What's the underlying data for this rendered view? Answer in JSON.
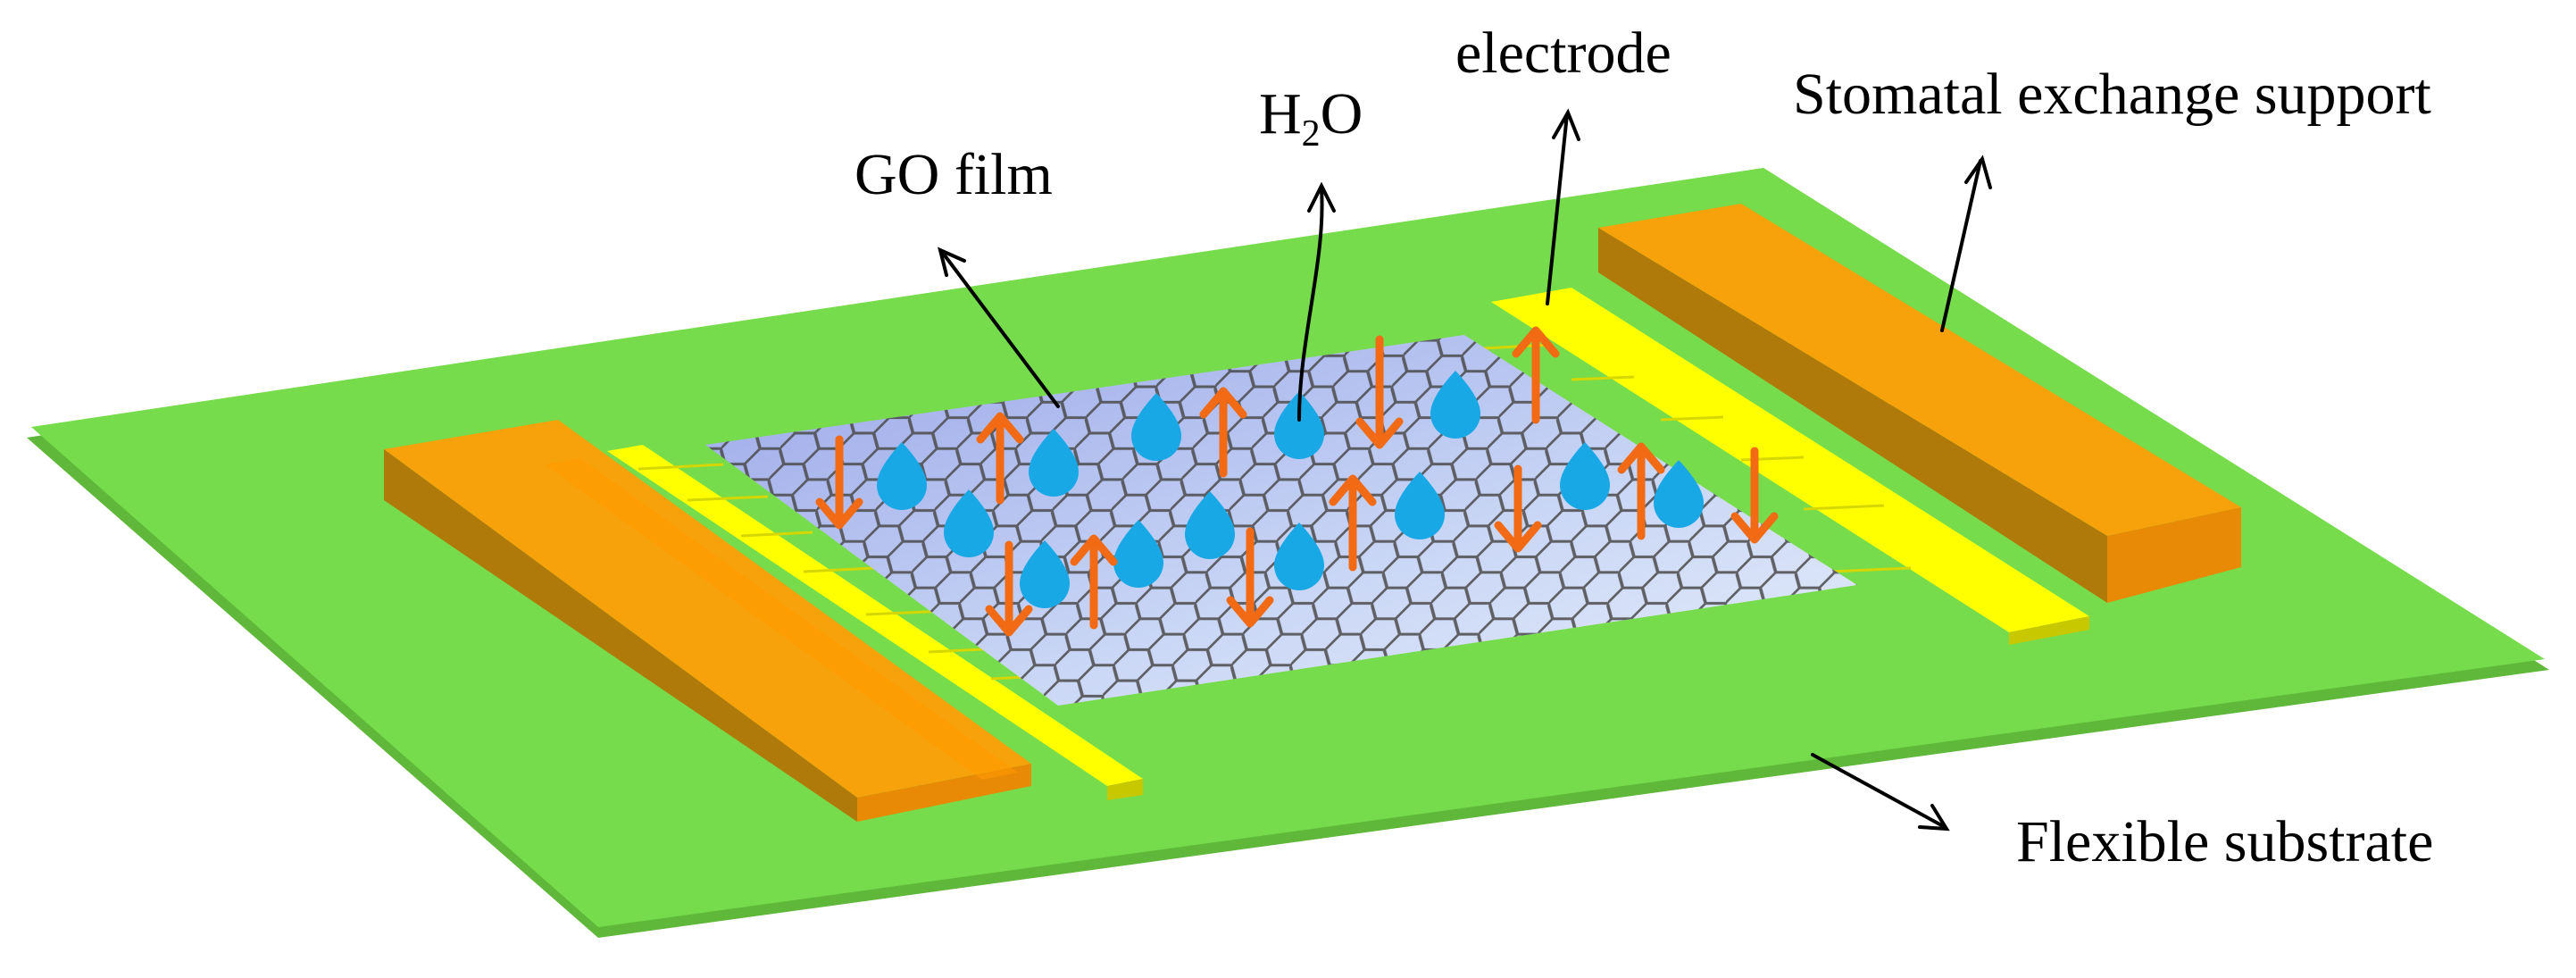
{
  "labels": {
    "go_film": "GO film",
    "h2o_main": "H",
    "h2o_sub": "2",
    "h2o_tail": "O",
    "electrode": "electrode",
    "stomatal_support": "Stomatal exchange support",
    "flexible_substrate": "Flexible substrate"
  },
  "colors": {
    "substrate": "#76dc4b",
    "substrate_edge": "#5fb83a",
    "support_top": "#f7a20a",
    "support_side": "#b07a0a",
    "support_front": "#e88a06",
    "electrode": "#ffff00",
    "electrode_side": "#c8c800",
    "film": "#bcc8f0",
    "lattice": "#555555",
    "water_drop": "#19a8e6",
    "flow_arrow": "#f26a14",
    "leader_arrow": "#000000"
  },
  "icons": {
    "water_drop": "water-drop-icon",
    "flow_arrow_up": "arrow-up-icon",
    "flow_arrow_down": "arrow-down-icon"
  }
}
